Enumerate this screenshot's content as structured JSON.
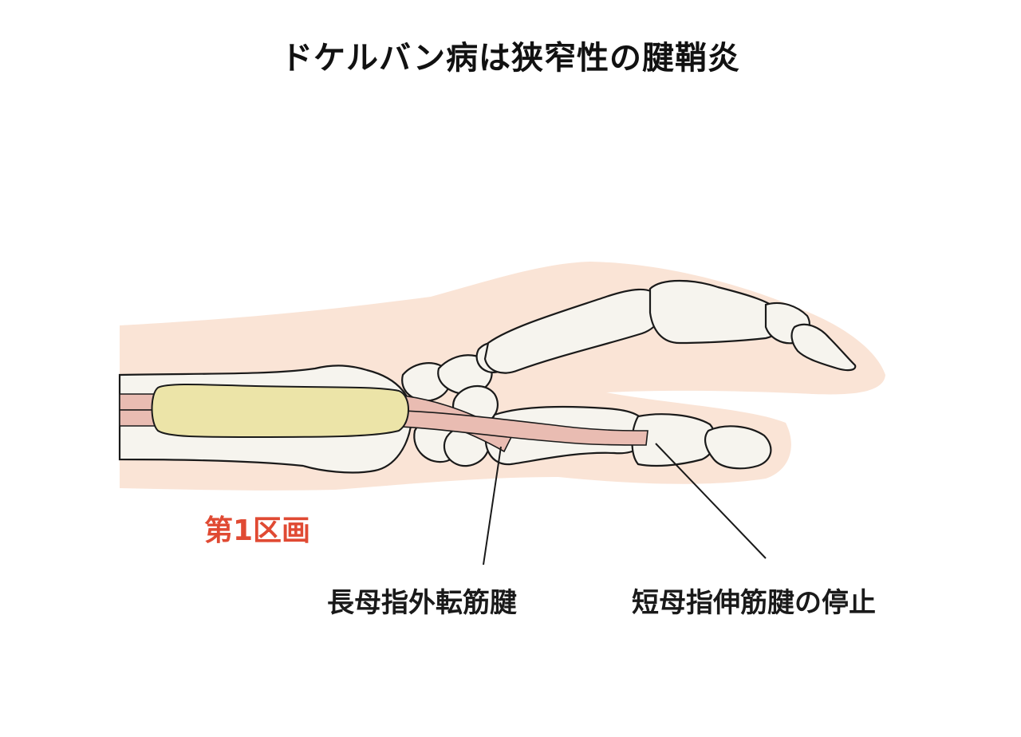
{
  "title": "ドケルバン病は狭窄性の腱鞘炎",
  "labels": {
    "compartment": "第1区画",
    "abductor_tendon": "長母指外転筋腱",
    "extensor_insertion": "短母指伸筋腱の停止"
  },
  "colors": {
    "skin": "#fae4d6",
    "bone": "#f6f4ee",
    "bone_outline": "#1a1a1a",
    "tendon": "#e9bcb2",
    "sheath": "#ece4a8",
    "highlight_label": "#e04a33",
    "text": "#1a1a1a"
  }
}
